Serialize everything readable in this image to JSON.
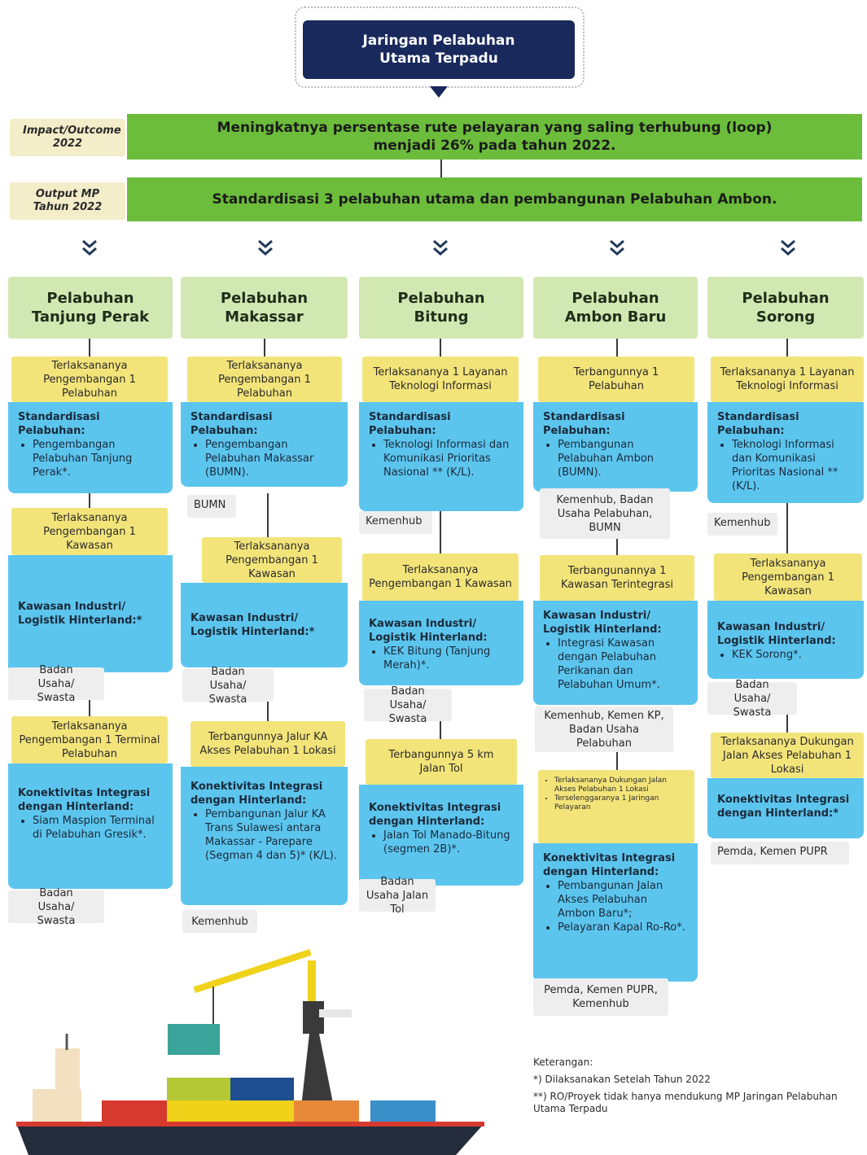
{
  "title": "Jaringan Pelabuhan Utama Terpadu",
  "impact": {
    "label": "Impact/Outcome 2022",
    "text": "Meningkatnya persentase rute pelayaran yang saling terhubung (loop) menjadi 26% pada tahun 2022."
  },
  "output": {
    "label": "Output MP Tahun 2022",
    "text": "Standardisasi 3 pelabuhan utama dan pembangunan Pelabuhan Ambon."
  },
  "columns": [
    {
      "name": "Pelabuhan Tanjung Perak",
      "y1": "Terlaksananya Pengembangan 1 Pelabuhan",
      "b1_head": "Standardisasi Pelabuhan:",
      "b1_item1": "Pengembangan Pelabuhan Tanjung Perak*.",
      "y2": "Terlaksananya Pengembangan 1 Kawasan",
      "b2_head": "Kawasan Industri/ Logistik Hinterland:*",
      "a2": "Badan Usaha/ Swasta",
      "y3": "Terlaksananya Pengembangan 1 Terminal Pelabuhan",
      "b3_head": "Konektivitas Integrasi dengan Hinterland:",
      "b3_item1": "Siam Maspion Terminal di Pelabuhan Gresik*.",
      "a3": "Badan Usaha/ Swasta"
    },
    {
      "name": "Pelabuhan Makassar",
      "y1": "Terlaksananya Pengembangan 1 Pelabuhan",
      "b1_head": "Standardisasi Pelabuhan:",
      "b1_item1": "Pengembangan Pelabuhan Makassar (BUMN).",
      "a1": "BUMN",
      "y2": "Terlaksananya Pengembangan 1 Kawasan",
      "b2_head": "Kawasan Industri/ Logistik Hinterland:*",
      "a2": "Badan Usaha/ Swasta",
      "y3": "Terbangunnya Jalur KA Akses Pelabuhan 1 Lokasi",
      "b3_head": "Konektivitas Integrasi dengan Hinterland:",
      "b3_item1": "Pembangunan Jalur KA Trans Sulawesi antara Makassar - Parepare (Segman 4 dan 5)* (K/L).",
      "a3": "Kemenhub"
    },
    {
      "name": "Pelabuhan Bitung",
      "y1": "Terlaksananya 1 Layanan Teknologi Informasi",
      "b1_head": "Standardisasi Pelabuhan:",
      "b1_item1": "Teknologi Informasi dan Komunikasi Prioritas Nasional ** (K/L).",
      "a1": "Kemenhub",
      "y2": "Terlaksananya Pengembangan 1 Kawasan",
      "b2_head": "Kawasan Industri/ Logistik Hinterland:",
      "b2_item1": "KEK Bitung (Tanjung Merah)*.",
      "a2": "Badan Usaha/ Swasta",
      "y3": "Terbangunnya 5 km Jalan Tol",
      "b3_head": "Konektivitas Integrasi dengan Hinterland:",
      "b3_item1": "Jalan Tol Manado-Bitung (segmen 2B)*.",
      "a3": "Badan Usaha Jalan Tol"
    },
    {
      "name": "Pelabuhan Ambon Baru",
      "y1": "Terbangunnya 1 Pelabuhan",
      "b1_head": "Standardisasi Pelabuhan:",
      "b1_item1": "Pembangunan Pelabuhan Ambon (BUMN).",
      "a1": "Kemenhub, Badan Usaha Pelabuhan, BUMN",
      "y2": "Terbangunannya 1 Kawasan Terintegrasi",
      "b2_head": "Kawasan Industri/ Logistik Hinterland:",
      "b2_item1": "Integrasi Kawasan dengan Pelabuhan Perikanan dan Pelabuhan Umum*.",
      "a2": "Kemenhub, Kemen KP, Badan Usaha Pelabuhan",
      "y3_item1": "Terlaksananya Dukungan Jalan Akses Pelabuhan 1 Lokasi",
      "y3_item2": "Terselenggaranya 1 Jaringan Pelayaran",
      "b3_head": "Konektivitas Integrasi dengan Hinterland:",
      "b3_item1": "Pembangunan Jalan Akses Pelabuhan Ambon Baru*;",
      "b3_item2": "Pelayaran Kapal Ro-Ro*.",
      "a3": "Pemda, Kemen PUPR, Kemenhub"
    },
    {
      "name": "Pelabuhan Sorong",
      "y1": "Terlaksananya 1 Layanan Teknologi Informasi",
      "b1_head": "Standardisasi Pelabuhan:",
      "b1_item1": "Teknologi Informasi dan Komunikasi Prioritas Nasional ** (K/L).",
      "a1": "Kemenhub",
      "y2": "Terlaksananya Pengembangan 1 Kawasan",
      "b2_head": "Kawasan Industri/ Logistik Hinterland:",
      "b2_item1": "KEK Sorong*.",
      "a2": "Badan Usaha/ Swasta",
      "y3": "Terlaksananya Dukungan Jalan Akses Pelabuhan 1 Lokasi",
      "b3_head": "Konektivitas Integrasi dengan Hinterland:*",
      "a3": "Pemda, Kemen PUPR"
    }
  ],
  "legend": {
    "title": "Keterangan:",
    "note1": "*) Dilaksanakan Setelah Tahun 2022",
    "note2": "**) RO/Proyek tidak hanya mendukung MP Jaringan Pelabuhan Utama Terpadu"
  },
  "colors": {
    "navy": "#19295c",
    "green": "#6cbd3b",
    "light_green": "#d2e8b2",
    "yellow": "#f3e47a",
    "blue": "#5cc5ee",
    "grey": "#eeeeee"
  }
}
